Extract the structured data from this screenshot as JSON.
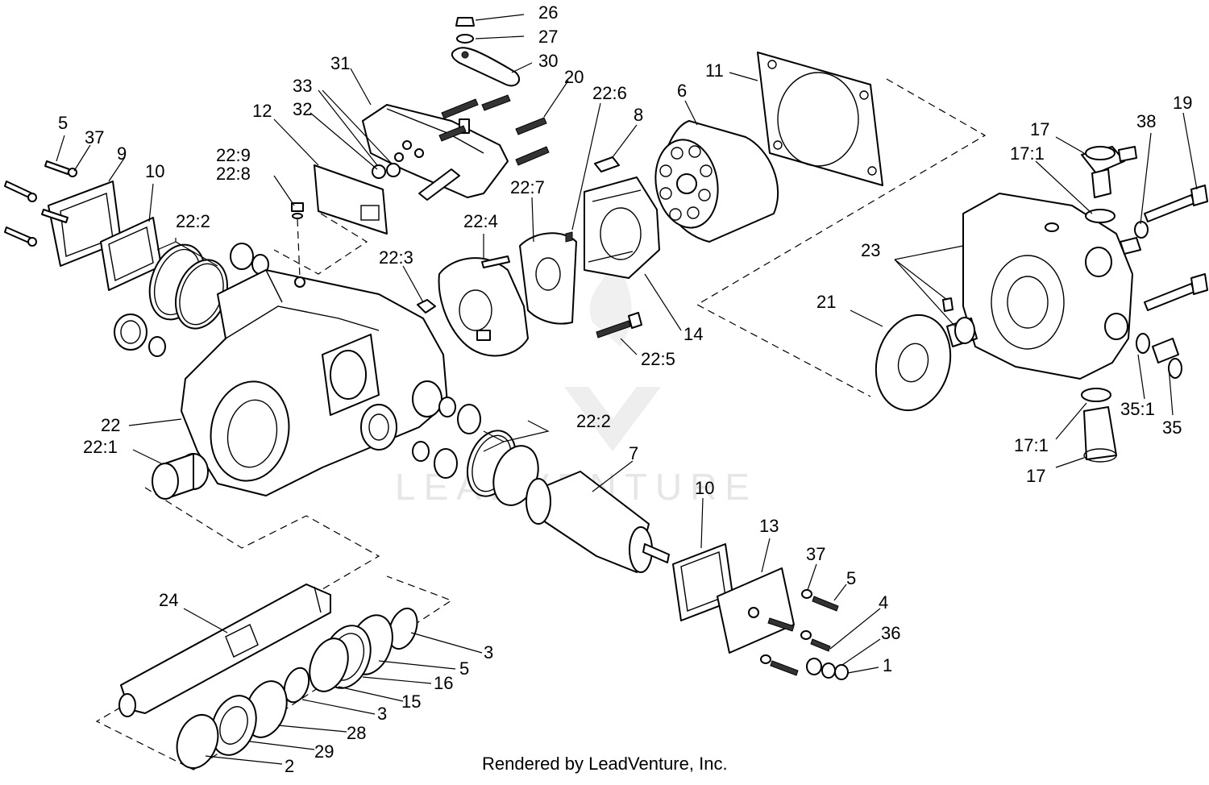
{
  "watermark": "LEADVENTURE",
  "footer": "Rendered by LeadVenture, Inc.",
  "callouts": {
    "p26": "26",
    "p27": "27",
    "p30": "30",
    "p31": "31",
    "p33": "33",
    "p32": "32",
    "p20": "20",
    "p22_6": "22:6",
    "p8": "8",
    "p6": "6",
    "p11": "11",
    "p19": "19",
    "p17_top": "17",
    "p38": "38",
    "p17_1_top": "17:1",
    "p12": "12",
    "p22_9": "22:9",
    "p22_8": "22:8",
    "p5_left": "5",
    "p37_left": "37",
    "p9": "9",
    "p10_left": "10",
    "p22_2_top": "22:2",
    "p22_7": "22:7",
    "p22_4": "22:4",
    "p22_3": "22:3",
    "p23": "23",
    "p21": "21",
    "p14": "14",
    "p22_5": "22:5",
    "p35_1": "35:1",
    "p35": "35",
    "p22": "22",
    "p22_1": "22:1",
    "p22_2_bottom": "22:2",
    "p7": "7",
    "p17_1_bottom": "17:1",
    "p17_bottom": "17",
    "p10_right": "10",
    "p13": "13",
    "p37_right": "37",
    "p5_right": "5",
    "p4": "4",
    "p36": "36",
    "p1": "1",
    "p24": "24",
    "p3_top": "3",
    "p5_shaft": "5",
    "p16": "16",
    "p15": "15",
    "p3_bottom": "3",
    "p28": "28",
    "p29": "29",
    "p2": "2"
  }
}
